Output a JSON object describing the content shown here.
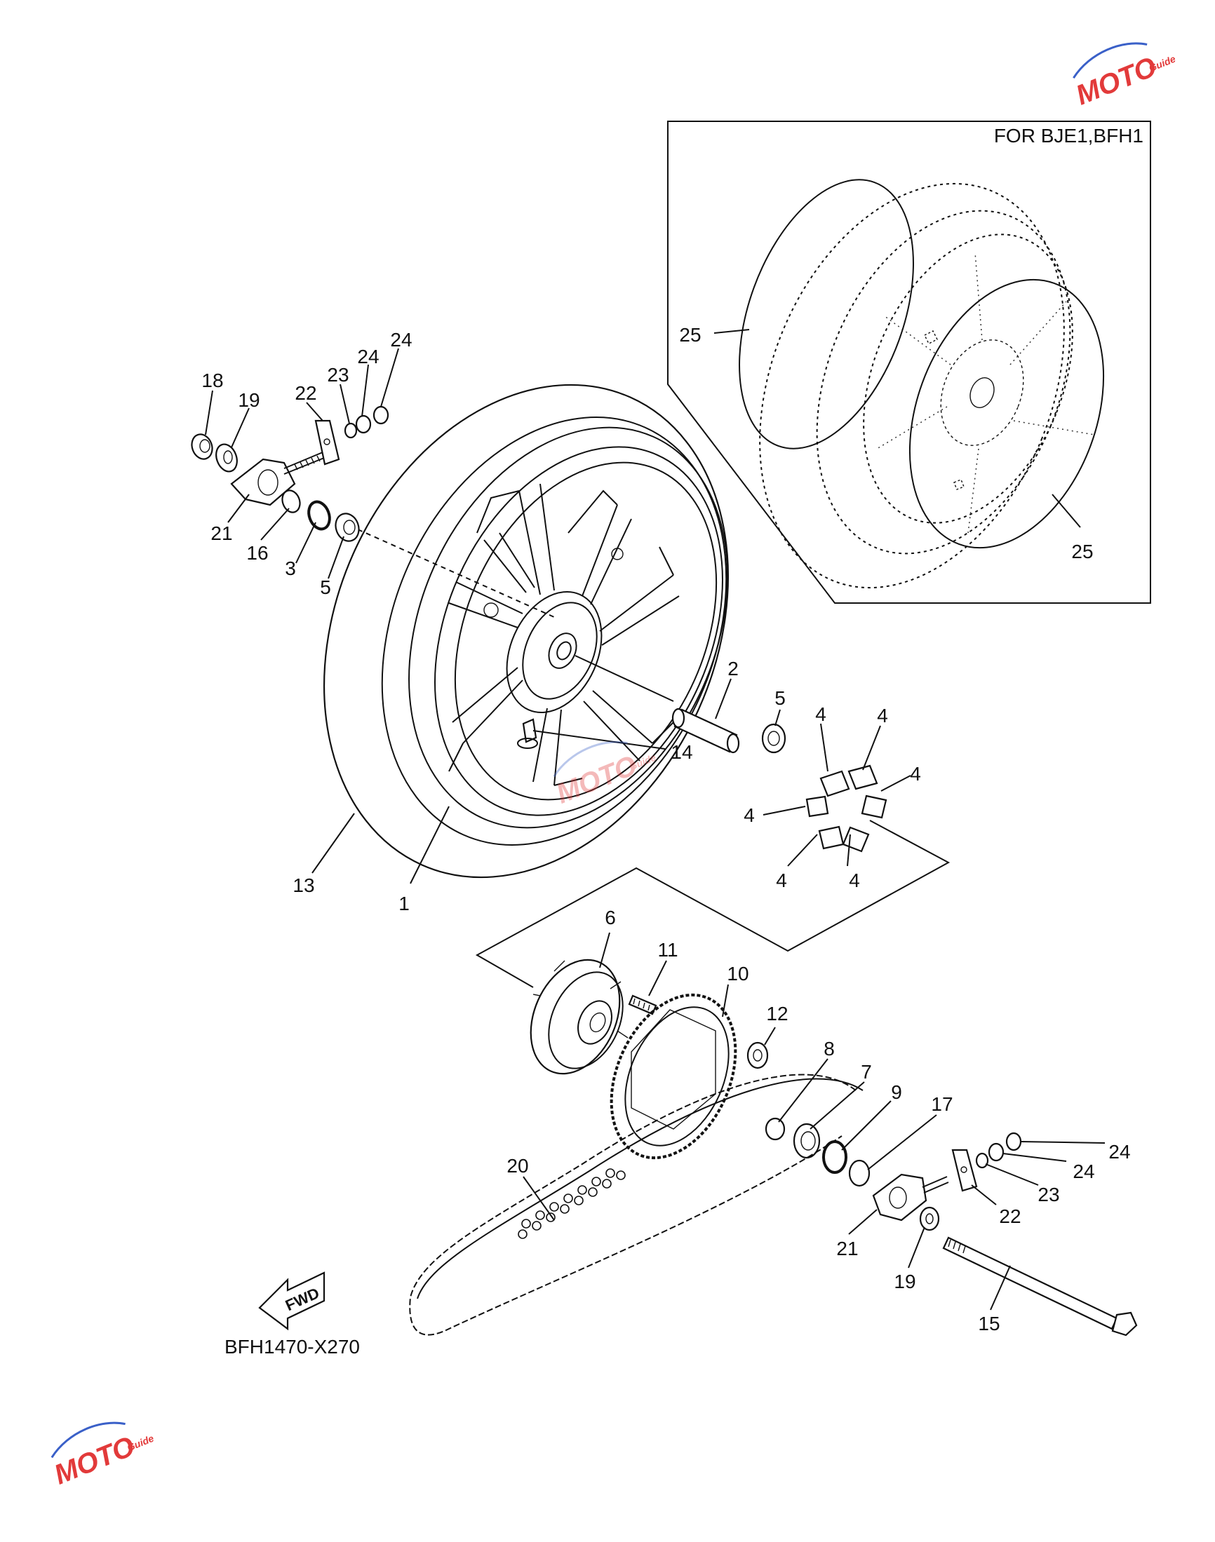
{
  "variant_box": {
    "title": "FOR BJE1,BFH1"
  },
  "diagram_code": "BFH1470-X270",
  "direction_marker": {
    "label": "FWD"
  },
  "watermark": {
    "text": "MOTO",
    "small": "Guide"
  },
  "callouts": [
    {
      "id": "c18",
      "text": "18"
    },
    {
      "id": "c19a",
      "text": "19"
    },
    {
      "id": "c22a",
      "text": "22"
    },
    {
      "id": "c23a",
      "text": "23"
    },
    {
      "id": "c24a",
      "text": "24"
    },
    {
      "id": "c24b",
      "text": "24"
    },
    {
      "id": "c21a",
      "text": "21"
    },
    {
      "id": "c16",
      "text": "16"
    },
    {
      "id": "c3",
      "text": "3"
    },
    {
      "id": "c5a",
      "text": "5"
    },
    {
      "id": "c25a",
      "text": "25"
    },
    {
      "id": "c25b",
      "text": "25"
    },
    {
      "id": "c2",
      "text": "2"
    },
    {
      "id": "c5b",
      "text": "5"
    },
    {
      "id": "c14",
      "text": "14"
    },
    {
      "id": "c4a",
      "text": "4"
    },
    {
      "id": "c4b",
      "text": "4"
    },
    {
      "id": "c4c",
      "text": "4"
    },
    {
      "id": "c4d",
      "text": "4"
    },
    {
      "id": "c4e",
      "text": "4"
    },
    {
      "id": "c4f",
      "text": "4"
    },
    {
      "id": "c13",
      "text": "13"
    },
    {
      "id": "c1",
      "text": "1"
    },
    {
      "id": "c6",
      "text": "6"
    },
    {
      "id": "c11",
      "text": "11"
    },
    {
      "id": "c10",
      "text": "10"
    },
    {
      "id": "c12",
      "text": "12"
    },
    {
      "id": "c8",
      "text": "8"
    },
    {
      "id": "c7",
      "text": "7"
    },
    {
      "id": "c9",
      "text": "9"
    },
    {
      "id": "c17",
      "text": "17"
    },
    {
      "id": "c24c",
      "text": "24"
    },
    {
      "id": "c24d",
      "text": "24"
    },
    {
      "id": "c23b",
      "text": "23"
    },
    {
      "id": "c22b",
      "text": "22"
    },
    {
      "id": "c20",
      "text": "20"
    },
    {
      "id": "c21b",
      "text": "21"
    },
    {
      "id": "c19b",
      "text": "19"
    },
    {
      "id": "c15",
      "text": "15"
    }
  ]
}
